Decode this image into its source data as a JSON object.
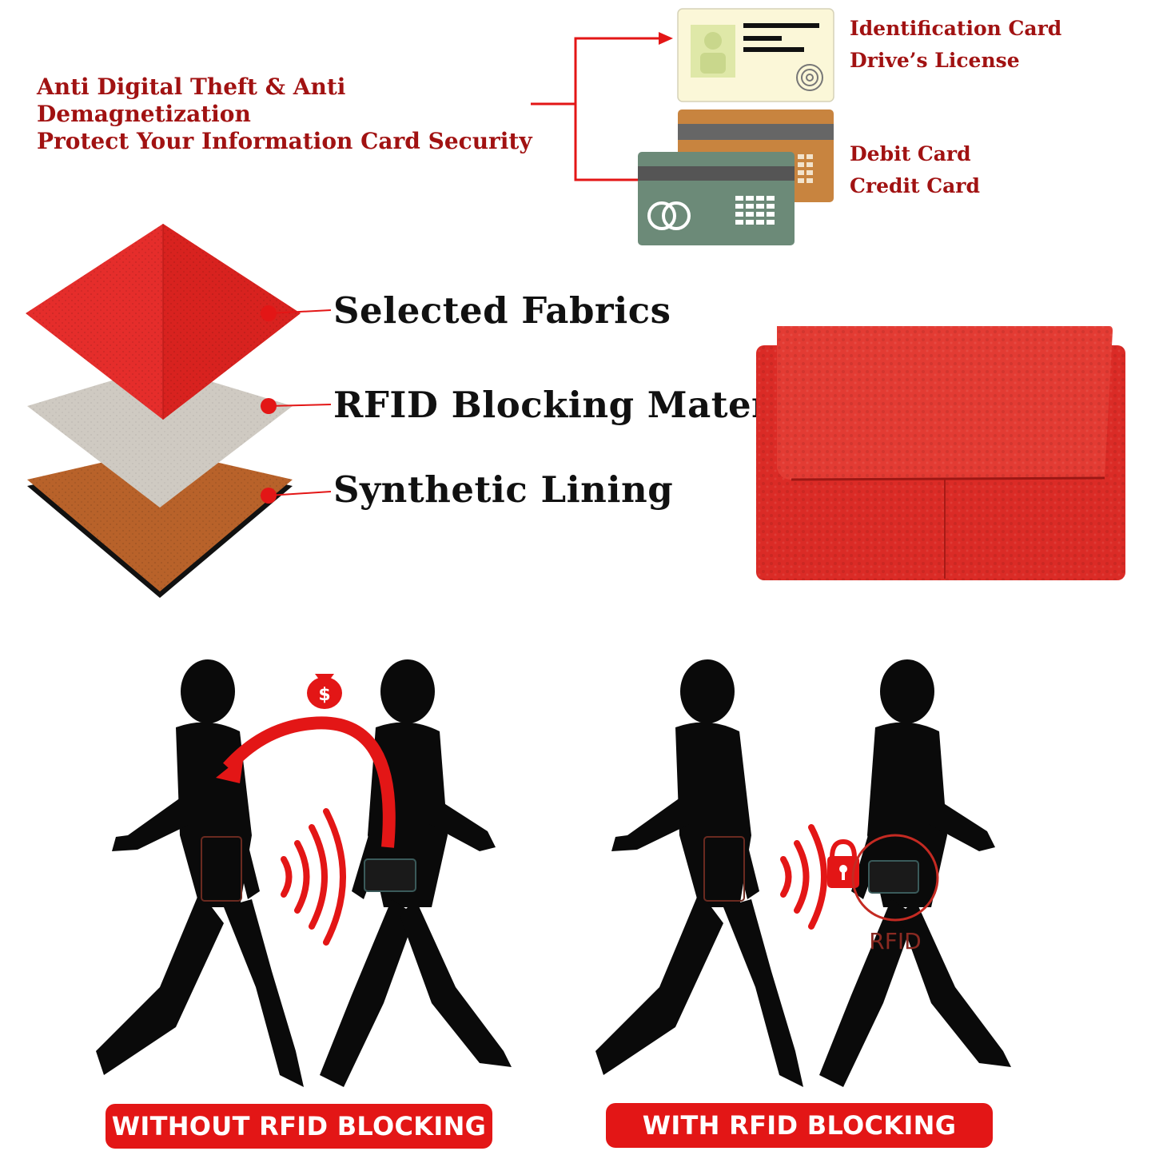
{
  "header": {
    "line1": "Anti Digital Theft & Anti Demagnetization",
    "line2": "Protect Your Information Card Security"
  },
  "cards": {
    "id_group": {
      "line1": "Identification Card",
      "line2": "Drive’s License"
    },
    "bank_group": {
      "line1": "Debit Card",
      "line2": "Credit Card"
    }
  },
  "layers": [
    {
      "label": "Selected Fabrics"
    },
    {
      "label": "RFID Blocking Material"
    },
    {
      "label": "Synthetic Lining"
    }
  ],
  "scenes": {
    "without": {
      "label": "WITHOUT RFID BLOCKING",
      "money_symbol": "$"
    },
    "with": {
      "label": "WITH RFID BLOCKING",
      "stamp": "RFID"
    }
  },
  "colors": {
    "accent_red": "#e31616",
    "text_red": "#a11212",
    "leather_red": "#e0302c",
    "lining_brown": "#b8622a",
    "rfid_gray": "#cfcac2"
  }
}
